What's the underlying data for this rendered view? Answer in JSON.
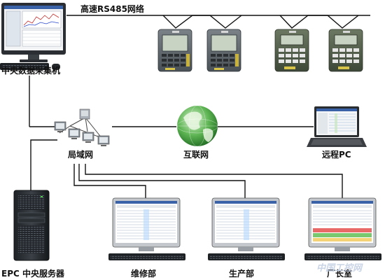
{
  "labels": {
    "network": "高速RS485网络",
    "central_pc": "中央数据采集机",
    "lan": "局域网",
    "internet": "互联网",
    "remote_pc": "远程PC",
    "server": "EPC 中央服务器",
    "maintenance": "维修部",
    "production": "生产部",
    "director": "厂长室"
  },
  "watermark": "中国工控网",
  "colors": {
    "line": "#111111",
    "terminal_grey": "#5b6368",
    "terminal_green": "#4e5a46",
    "lcd": "#c9d3c4",
    "globe_green": "#3f9a3a",
    "background": "#ffffff"
  }
}
